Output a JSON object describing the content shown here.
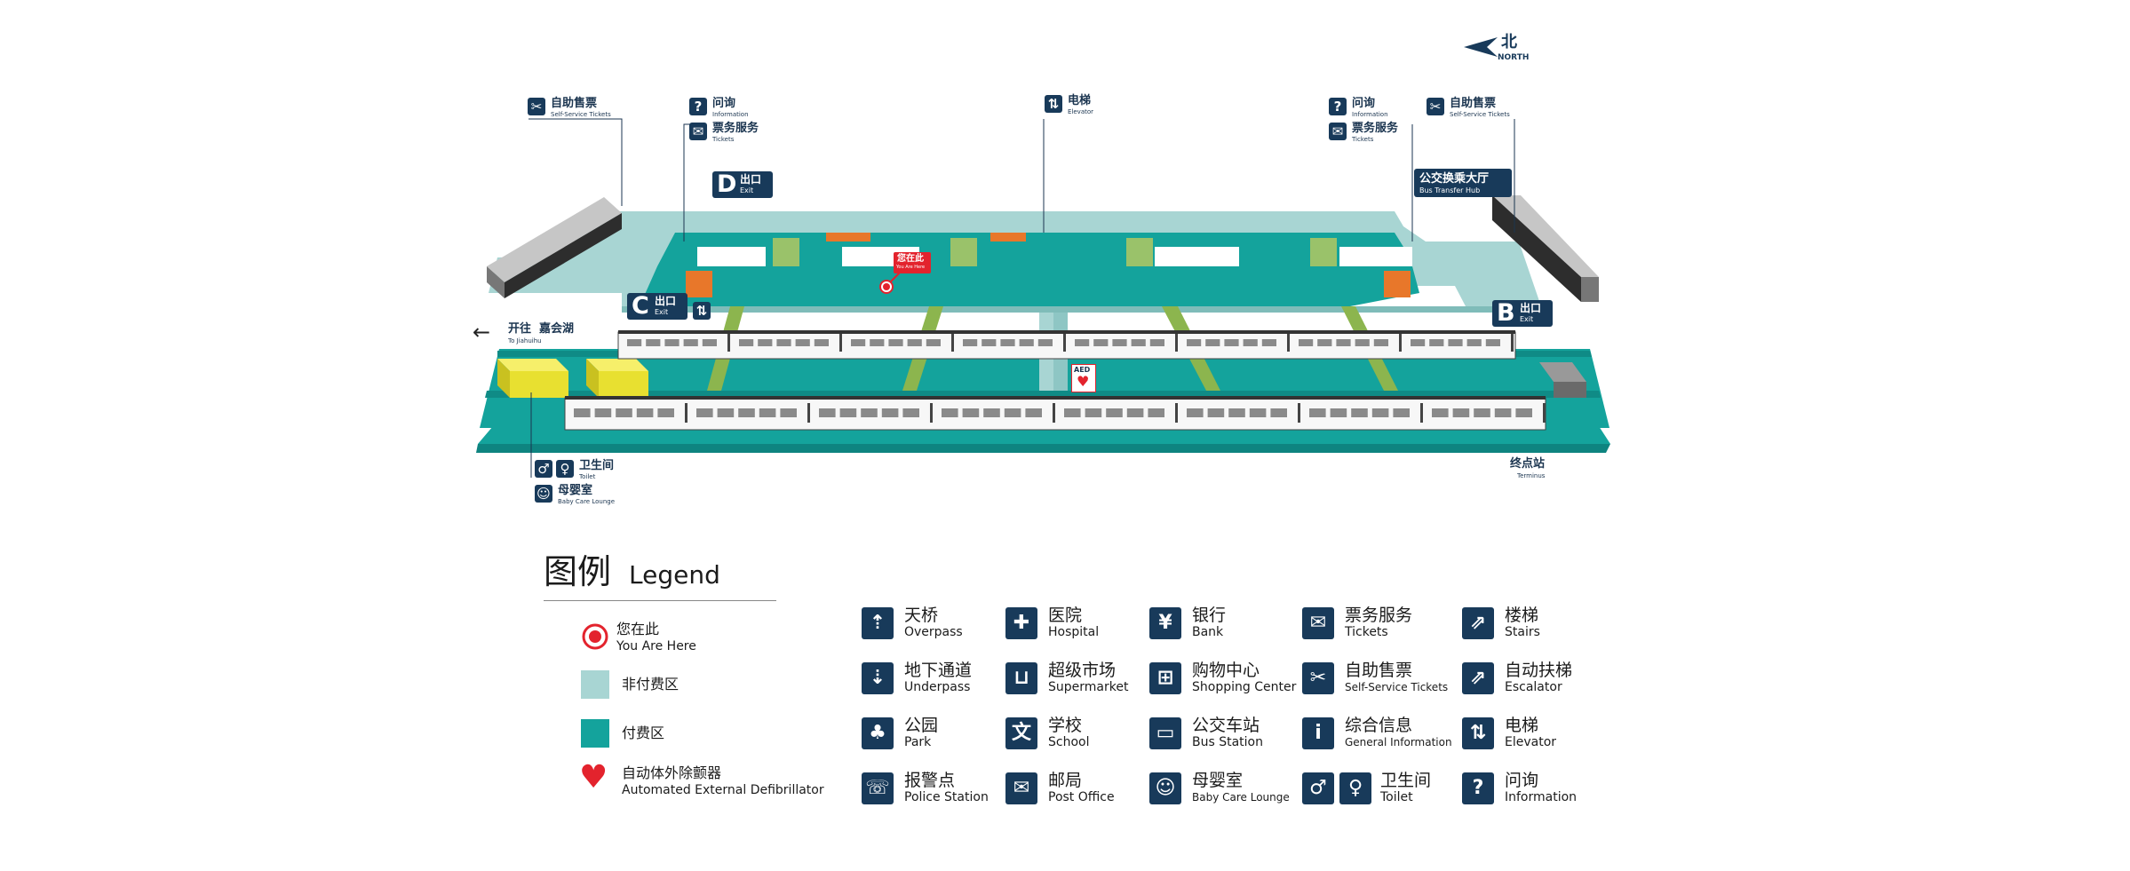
{
  "colors": {
    "paid_area": "#14a39c",
    "unpaid_area": "#a8d5d3",
    "icon_bg": "#183a5a",
    "you_are_here": "#e3232d",
    "escalator": "#e8772a",
    "toilet_block": "#e8e030",
    "end_block": "#6a6a6a"
  },
  "compass": {
    "zh": "北",
    "en": "NORTH"
  },
  "callouts": {
    "self_service_left": {
      "zh": "自助售票",
      "en": "Self-Service Tickets"
    },
    "info_left": {
      "zh": "问询",
      "en": "Information"
    },
    "tickets_left": {
      "zh": "票务服务",
      "en": "Tickets"
    },
    "elevator": {
      "zh": "电梯",
      "en": "Elevator"
    },
    "info_right": {
      "zh": "问询",
      "en": "Information"
    },
    "tickets_right": {
      "zh": "票务服务",
      "en": "Tickets"
    },
    "self_service_right": {
      "zh": "自助售票",
      "en": "Self-Service Tickets"
    },
    "bus_hub": {
      "zh": "公交换乘大厅",
      "en": "Bus Transfer Hub"
    },
    "toilet": {
      "zh": "卫生间",
      "en": "Toilet"
    },
    "baby_care": {
      "zh": "母婴室",
      "en": "Baby Care Lounge"
    },
    "terminus": {
      "zh": "终点站",
      "en": "Terminus"
    },
    "direction": {
      "zh": "开往  嘉会湖",
      "en": "To Jiahuihu"
    },
    "aed": "AED",
    "you_are_here": {
      "zh": "您在此",
      "en": "You Are Here"
    }
  },
  "exits": {
    "D": {
      "letter": "D",
      "zh": "出口",
      "en": "Exit"
    },
    "C": {
      "letter": "C",
      "zh": "出口",
      "en": "Exit"
    },
    "B": {
      "letter": "B",
      "zh": "出口",
      "en": "Exit"
    }
  },
  "legend": {
    "title_zh": "图例",
    "title_en": "Legend",
    "left_items": [
      {
        "icon": "you-are-here-icon",
        "zh": "您在此",
        "en": "You Are Here"
      },
      {
        "icon": "unpaid-area-swatch",
        "zh": "非付费区",
        "en": ""
      },
      {
        "icon": "paid-area-swatch",
        "zh": "付费区",
        "en": ""
      },
      {
        "icon": "aed-icon",
        "zh": "自动体外除颤器",
        "en": "Automated External Defibrillator"
      }
    ],
    "grid": [
      {
        "icon": "overpass-icon",
        "zh": "天桥",
        "en": "Overpass"
      },
      {
        "icon": "hospital-icon",
        "zh": "医院",
        "en": "Hospital"
      },
      {
        "icon": "bank-icon",
        "zh": "银行",
        "en": "Bank"
      },
      {
        "icon": "tickets-icon",
        "zh": "票务服务",
        "en": "Tickets"
      },
      {
        "icon": "stairs-icon",
        "zh": "楼梯",
        "en": "Stairs"
      },
      {
        "icon": "underpass-icon",
        "zh": "地下通道",
        "en": "Underpass"
      },
      {
        "icon": "supermarket-icon",
        "zh": "超级市场",
        "en": "Supermarket"
      },
      {
        "icon": "shopping-center-icon",
        "zh": "购物中心",
        "en": "Shopping Center"
      },
      {
        "icon": "self-service-tickets-icon",
        "zh": "自助售票",
        "en": "Self-Service Tickets"
      },
      {
        "icon": "escalator-icon",
        "zh": "自动扶梯",
        "en": "Escalator"
      },
      {
        "icon": "park-icon",
        "zh": "公园",
        "en": "Park"
      },
      {
        "icon": "school-icon",
        "zh": "学校",
        "en": "School"
      },
      {
        "icon": "bus-station-icon",
        "zh": "公交车站",
        "en": "Bus Station"
      },
      {
        "icon": "general-information-icon",
        "zh": "综合信息",
        "en": "General Information"
      },
      {
        "icon": "elevator-icon",
        "zh": "电梯",
        "en": "Elevator"
      },
      {
        "icon": "police-station-icon",
        "zh": "报警点",
        "en": "Police Station"
      },
      {
        "icon": "post-office-icon",
        "zh": "邮局",
        "en": "Post Office"
      },
      {
        "icon": "baby-care-icon",
        "zh": "母婴室",
        "en": "Baby Care Lounge"
      },
      {
        "icon": "toilet-icon",
        "zh": "卫生间",
        "en": "Toilet"
      },
      {
        "icon": "information-icon",
        "zh": "问询",
        "en": "Information"
      }
    ]
  }
}
